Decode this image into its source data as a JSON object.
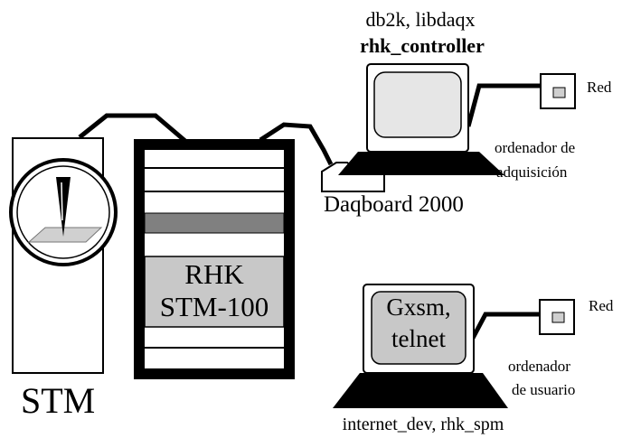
{
  "stm_label": "STM",
  "rack_label_line1": "RHK",
  "rack_label_line2": "STM-100",
  "acq_software_line1": "db2k, libdaqx",
  "acq_software_line2": "rhk_controller",
  "daqboard_label": "Daqboard 2000",
  "acq_computer_label_line1": "ordenador de",
  "acq_computer_label_line2": "adquisición",
  "network_label_top": "Red",
  "user_screen_line1": "Gxsm,",
  "user_screen_line2": "telnet",
  "network_label_bottom": "Red",
  "user_computer_label_line1": "ordenador",
  "user_computer_label_line2": "de usuario",
  "user_software_label": "internet_dev, rhk_spm"
}
